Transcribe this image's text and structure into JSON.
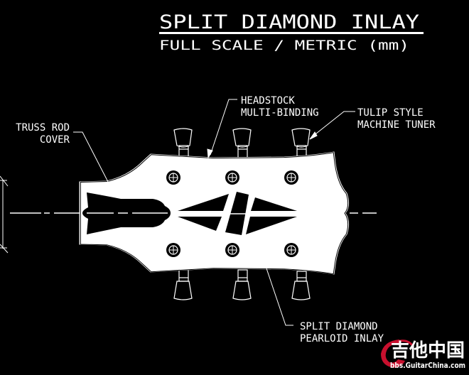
{
  "title": {
    "main": "SPLIT DIAMOND INLAY",
    "subtitle": "FULL SCALE / METRIC (mm)"
  },
  "callouts": {
    "truss_rod_cover": [
      "TRUSS ROD",
      "COVER"
    ],
    "headstock_binding": [
      "HEADSTOCK",
      "MULTI-BINDING"
    ],
    "tuner": [
      "TULIP STYLE",
      "MACHINE TUNER"
    ],
    "inlay": [
      "SPLIT DIAMOND",
      "PEARLOID INLAY"
    ]
  },
  "diagram": {
    "subject": "guitar headstock",
    "tuner_count_per_side": 3,
    "tuner_sides": [
      "top",
      "bottom"
    ],
    "colors": {
      "background": "#000000",
      "line": "#ffffff",
      "watermark_red": "#c8102e"
    }
  },
  "watermark": {
    "chinese": "吉他中国",
    "url": "bbs.GuitarChina.com"
  }
}
